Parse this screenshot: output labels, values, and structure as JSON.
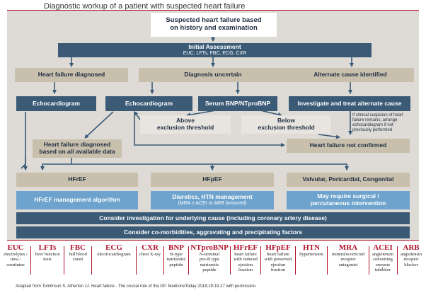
{
  "title": "Diagnostic workup of a patient with suspected heart failure",
  "top_box": {
    "line1": "Suspected heart failure based",
    "line2": "on history and examination"
  },
  "initial_assessment": {
    "label": "Initial Assessment",
    "sub": "EUC, LFTs, FBC, ECG, CXR"
  },
  "branches": {
    "diagnosed": "Heart failure diagnosed",
    "uncertain": "Diagnosis uncertain",
    "alternate": "Alternate cause identified"
  },
  "echo_left": "Echocardiogram",
  "echo_mid": "Echocardiogram",
  "serum": "Serum BNP/NTproBNP",
  "investigate": "Investigate and treat alternate cause",
  "above": {
    "line1": "Above",
    "line2": "exclusion threshold"
  },
  "below": {
    "line1": "Below",
    "line2": "exclusion threshold"
  },
  "note": {
    "line1": "If clinical suspicion of heart",
    "line2": "failure remains, arrange",
    "line3": "echocardiogram if not",
    "line4": "previously performed"
  },
  "hf_all_data": {
    "line1": "Heart failure diagnosed",
    "line2": "based on all available data"
  },
  "hf_not_confirmed": "Heart failure not confirmed",
  "types": {
    "hfref": "HFrEF",
    "hfpef": "HFpEF",
    "valvular": "Valvular, Pericardial, Congenital"
  },
  "mgmt": {
    "hfref": "HFrEF management algorithm",
    "hfpef_line1": "Diuretics, HTN management",
    "hfpef_line2": "(MRA ± ACEI or ARB favoured)",
    "valv_line1": "May require surgical /",
    "valv_line2": "percutaneous intervention"
  },
  "consider1": "Consider investigation for underlying cause (including coronary artery disease)",
  "consider2": "Consider co-morbidities, aggravating and precipitating factors",
  "legend": [
    {
      "abbr": "EUC",
      "l1": "electrolytes /",
      "l2": "urea /",
      "l3": "creatinine",
      "l4": ""
    },
    {
      "abbr": "LFTs",
      "l1": "liver function",
      "l2": "tests",
      "l3": "",
      "l4": ""
    },
    {
      "abbr": "FBC",
      "l1": "full blood",
      "l2": "count",
      "l3": "",
      "l4": ""
    },
    {
      "abbr": "ECG",
      "l1": "electrocardiogram",
      "l2": "",
      "l3": "",
      "l4": ""
    },
    {
      "abbr": "CXR",
      "l1": "chest X-ray",
      "l2": "",
      "l3": "",
      "l4": ""
    },
    {
      "abbr": "BNP",
      "l1": "B-type",
      "l2": "natriuretic",
      "l3": "peptide",
      "l4": ""
    },
    {
      "abbr": "NTproBNP",
      "l1": "N-terminal",
      "l2": "pro-B type",
      "l3": "natriuretic",
      "l4": "peptide"
    },
    {
      "abbr": "HFrEF",
      "l1": "heart failure",
      "l2": "with reduced",
      "l3": "ejection",
      "l4": "fraction"
    },
    {
      "abbr": "HFpEF",
      "l1": "heart failure",
      "l2": "with preserved",
      "l3": "ejection",
      "l4": "fraction"
    },
    {
      "abbr": "HTN",
      "l1": "hypertension",
      "l2": "",
      "l3": "",
      "l4": ""
    },
    {
      "abbr": "MRA",
      "l1": "mineralocorticoid",
      "l2": "receptor",
      "l3": "antagonist",
      "l4": ""
    },
    {
      "abbr": "ACEI",
      "l1": "angiotensin",
      "l2": "converting",
      "l3": "enzyme",
      "l4": "inhibitor"
    },
    {
      "abbr": "ARB",
      "l1": "angiotensin",
      "l2": "receptor",
      "l3": "blocker",
      "l4": ""
    }
  ],
  "citation": "Adapted from Tomlinson S, Atherton JJ. Heart failure - The crucial role of the GP. MedicineToday 2018;19:19-27 with permission."
}
